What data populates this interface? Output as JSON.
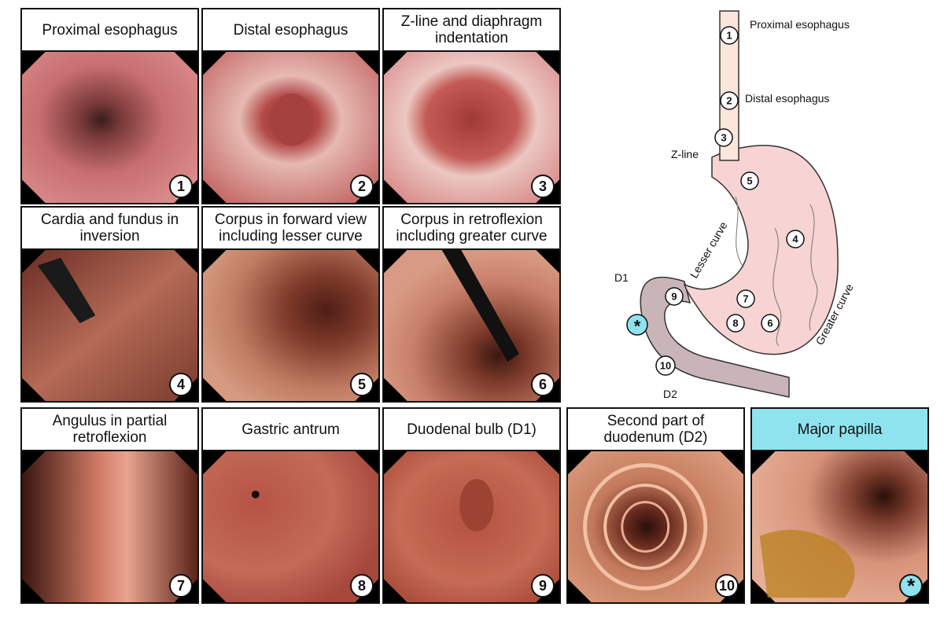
{
  "panels": [
    {
      "title": "Proximal esophagus",
      "num": "1"
    },
    {
      "title": "Distal esophagus",
      "num": "2"
    },
    {
      "title": "Z-line and diaphragm indentation",
      "num": "3"
    },
    {
      "title": "Cardia and fundus in inversion",
      "num": "4"
    },
    {
      "title": "Corpus in forward view including lesser curve",
      "num": "5"
    },
    {
      "title": "Corpus in retroflexion including greater curve",
      "num": "6"
    },
    {
      "title": "Angulus in partial retroflexion",
      "num": "7"
    },
    {
      "title": "Gastric antrum",
      "num": "8"
    },
    {
      "title": "Duodenal bulb (D1)",
      "num": "9"
    },
    {
      "title": "Second part of duodenum (D2)",
      "num": "10"
    },
    {
      "title": "Major papilla",
      "num": "*"
    }
  ],
  "diagram": {
    "labels": {
      "proximal_esophagus": "Proximal esophagus",
      "distal_esophagus": "Distal esophagus",
      "zline": "Z-line",
      "lesser_curve": "Lesser curve",
      "greater_curve": "Greater curve",
      "d1": "D1",
      "d2": "D2"
    },
    "markers": [
      "1",
      "2",
      "3",
      "4",
      "5",
      "6",
      "7",
      "8",
      "9",
      "10",
      "*"
    ]
  },
  "colors": {
    "highlight": "#8ee3ee",
    "stomach": "#f7d3d3",
    "duodenum": "#c9b5b7",
    "esophagus": "#fbe6dc"
  }
}
